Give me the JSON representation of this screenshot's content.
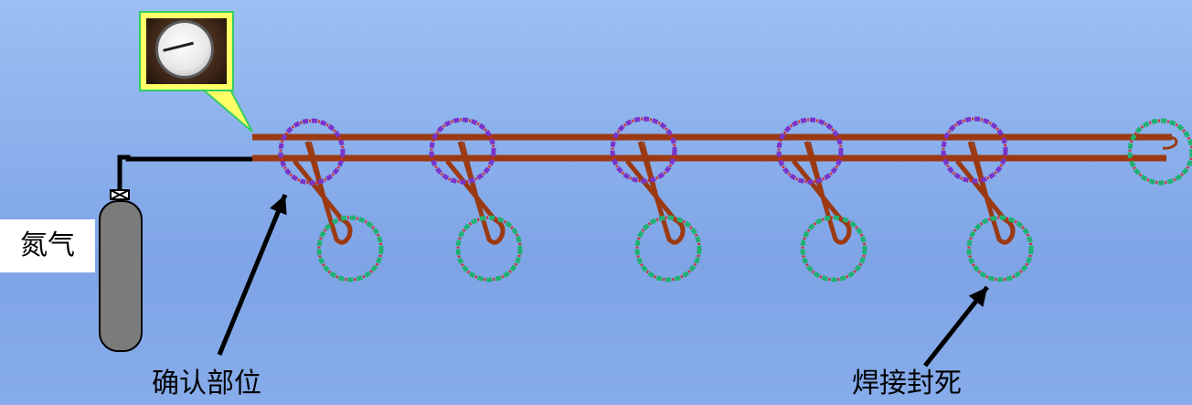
{
  "labels": {
    "gas": "氮气",
    "confirm_point": "确认部位",
    "weld_seal": "焊接封死"
  },
  "colors": {
    "pipe": "#9b3a12",
    "feed_line": "#000000",
    "cylinder": "#7b7b7b",
    "inspect_ring_dash": "#7a34c8",
    "inspect_ring_dot": "#d22a2a",
    "seal_ring_dash": "#20b070",
    "seal_ring_dot": "#d22a2a",
    "callout_fill": "#ffff66",
    "callout_border": "#33cc66"
  },
  "icons": {
    "gauge": "pressure-gauge-photo",
    "valve": "valve-icon",
    "cylinder": "gas-cylinder-icon"
  }
}
